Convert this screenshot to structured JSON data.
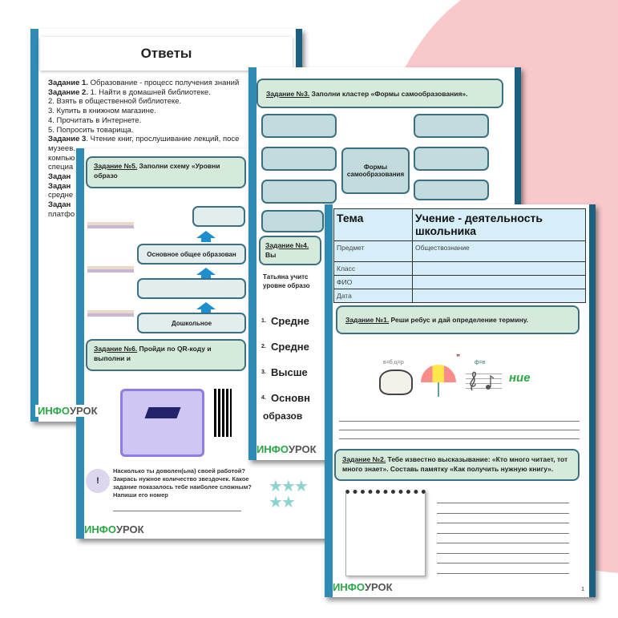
{
  "answers_page": {
    "title": "Ответы",
    "lines": [
      {
        "b": "Задание 1.",
        "t": " Образование -  процесс получения знаний"
      },
      {
        "b": "Задание 2.",
        "t": " 1. Найти в домашней библиотеке."
      },
      {
        "b": "",
        "t": "2. Взять в общественной библиотеке."
      },
      {
        "b": "",
        "t": "3. Купить в книжном магазине."
      },
      {
        "b": "",
        "t": "4. Прочитать в Интернете."
      },
      {
        "b": "",
        "t": "5. Попросить товарища."
      },
      {
        "b": "Задание 3",
        "t": ". Чтение книг, прослушивание лекций, посе"
      },
      {
        "b": "",
        "t": "музеев..."
      },
      {
        "b": "",
        "t": "компью"
      },
      {
        "b": "",
        "t": "специа"
      },
      {
        "b": " Задан",
        "t": ""
      },
      {
        "b": "Задан",
        "t": ""
      },
      {
        "b": "",
        "t": "средне"
      },
      {
        "b": "Задан",
        "t": ""
      },
      {
        "b": "",
        "t": "платфо"
      }
    ],
    "logo": "ИНФОУРОК"
  },
  "task5_page": {
    "task5_label": "Задание №5.",
    "task5_text": " Заполни схему «Уровни образо",
    "levels": [
      "",
      "Основное общее образован",
      "",
      "Дошкольное"
    ],
    "task6_label": "Задание №6.",
    "task6_text": " Пройди по QR-коду и выполни и",
    "reflection": "Насколько ты доволен(ьна) своей работой? Закрась нужное количество звездочек. Какое задание показалось тебе наиболее сложным? Напиши его номер",
    "badge": "!",
    "logo": "ИНФОУРОК"
  },
  "task3_page": {
    "task3_label": "Задание №3.",
    "task3_text": " Заполни кластер «Формы самообразования».",
    "center": "Формы самообразования",
    "task4_label": "Задание №4.",
    "task4_text": " Вы",
    "question": "Татьяна учитс уровне образо",
    "options": [
      {
        "n": "1.",
        "t": "Средне"
      },
      {
        "n": "2.",
        "t": "Средне"
      },
      {
        "n": "3.",
        "t": "Высше"
      },
      {
        "n": "4.",
        "t": "Основн"
      }
    ],
    "option_cont": "образов",
    "logo": "ИНФОУРОК"
  },
  "main_page": {
    "header": {
      "theme_label": "Тема",
      "theme_value": "Учение - деятельность школьника",
      "subject_label": "Предмет",
      "subject_value": "Обществознание",
      "class_label": "Класс",
      "name_label": "ФИО",
      "date_label": "Дата"
    },
    "task1_label": "Задание №1.",
    "task1_text": " Реши ребус и дай определение термину.",
    "rebus_hint1": "в=б,ц=р",
    "rebus_hint2": "”",
    "rebus_hint3": "ф=в",
    "rebus_suffix": "ние",
    "task2_label": "Задание №2.",
    "task2_text": " Тебе известно высказывание: «Кто много читает, тот много знает». Составь памятку «Как получить нужную книгу».",
    "page_number": "1",
    "logo": "ИНФОУРОК"
  }
}
